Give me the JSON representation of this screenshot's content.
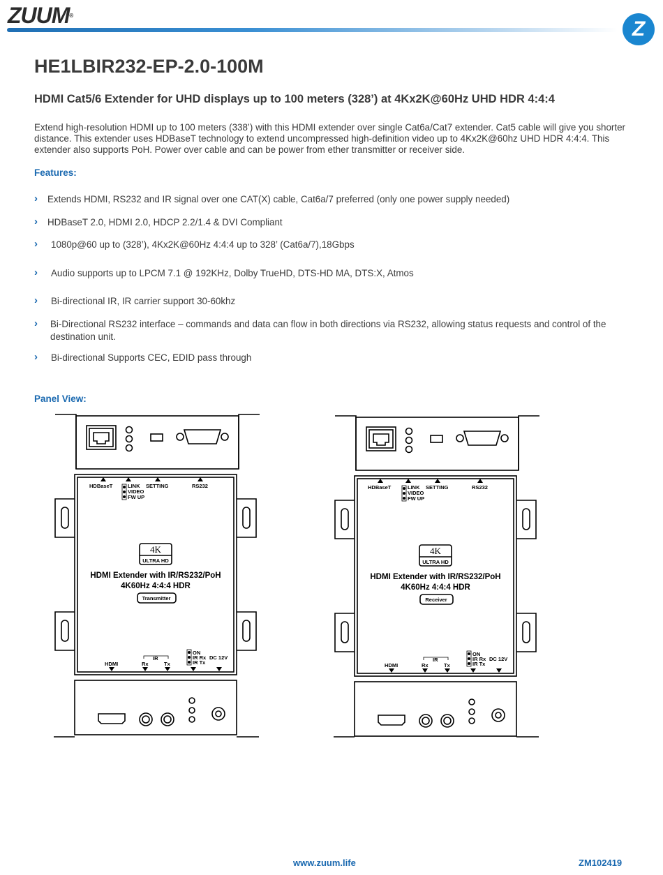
{
  "header": {
    "logo_text": "ZUUM",
    "logo_mark": "®",
    "badge_letter": "Z",
    "accent_color": "#1a69b0"
  },
  "product": {
    "model": "HE1LBIR232-EP-2.0-100M",
    "subtitle": "HDMI Cat5/6 Extender for UHD displays up to 100 meters (328’) at 4Kx2K@60Hz UHD HDR 4:4:4",
    "description": "Extend high-resolution HDMI up to 100 meters (338’) with this HDMI extender over single Cat6a/Cat7 extender. Cat5 cable will give you shorter distance. This extender uses HDBaseT technology to extend uncompressed high-definition video up to 4Kx2K@60hz UHD HDR 4:4:4. This extender also supports PoH. Power over cable and can be power from ether transmitter or receiver side."
  },
  "features": {
    "heading": "Features:",
    "bullet_icon": "chevron-right-icon",
    "items": [
      "Extends HDMI, RS232 and IR signal over one CAT(X) cable, Cat6a/7 preferred (only one power supply needed)",
      "HDBaseT 2.0, HDMI 2.0, HDCP 2.2/1.4 & DVI Compliant",
      "1080p@60 up to (328’), 4Kx2K@60Hz 4:4:4 up to 328’ (Cat6a/7),18Gbps",
      "Audio supports up to LPCM 7.1 @ 192KHz, Dolby TrueHD, DTS-HD MA, DTS:X, Atmos",
      "Bi-directional IR, IR carrier support 30-60khz",
      "Bi-Directional RS232 interface – commands and data can flow in both directions via RS232, allowing status requests and control of the destination unit.",
      "Bi-directional Supports CEC, EDID pass through"
    ]
  },
  "panel_view": {
    "heading": "Panel View:",
    "labels": {
      "hdbaset": "HDBaseT",
      "link": "LINK",
      "video": "VIDEO",
      "fw_up": "FW UP",
      "setting": "SETTING",
      "rs232": "RS232",
      "badge_4k": "4K",
      "ultra_hd": "ULTRA HD",
      "product_line1": "HDMI Extender with IR/RS232/PoH",
      "product_line2": "4K60Hz 4:4:4 HDR",
      "hdmi": "HDMI",
      "ir": "IR",
      "rx": "Rx",
      "tx": "Tx",
      "on": "ON",
      "ir_rx": "IR Rx",
      "ir_tx": "IR Tx",
      "dc12v": "DC 12V"
    },
    "units": [
      {
        "role": "Transmitter"
      },
      {
        "role": "Receiver"
      }
    ]
  },
  "footer": {
    "url": "www.zuum.life",
    "code": "ZM102419"
  }
}
